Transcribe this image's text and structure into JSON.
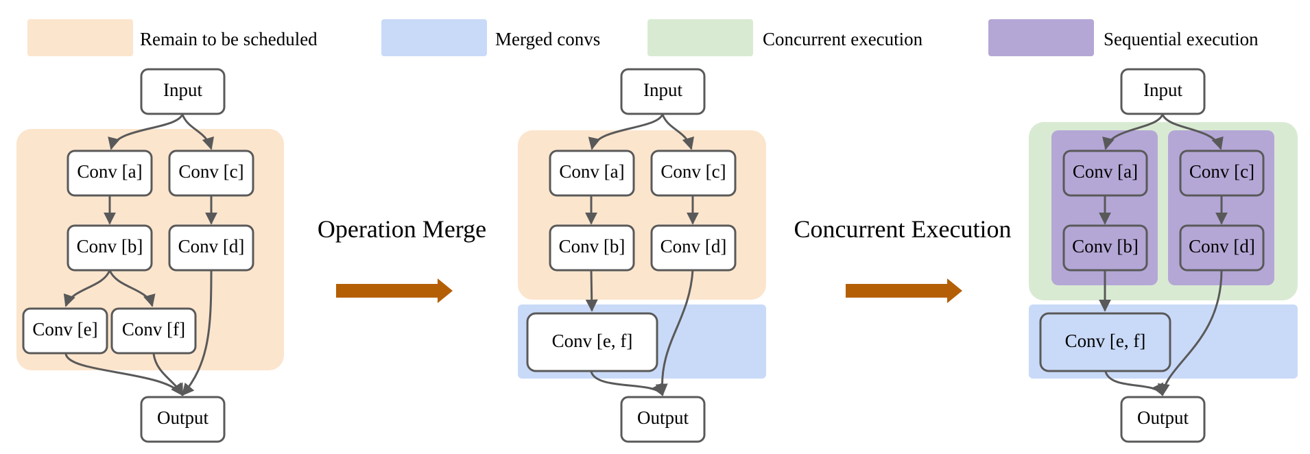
{
  "legend": [
    {
      "label": "Remain to be scheduled",
      "color": "#fce5cd"
    },
    {
      "label": "Merged convs",
      "color": "#c9daf8"
    },
    {
      "label": "Concurrent execution",
      "color": "#d9ead3"
    },
    {
      "label": "Sequential execution",
      "color": "#b4a7d6"
    }
  ],
  "transitions": [
    {
      "label": "Operation Merge",
      "arrow_color": "#b45f06"
    },
    {
      "label": "Concurrent Execution",
      "arrow_color": "#b45f06"
    }
  ],
  "panel1": {
    "input": "Input",
    "output": "Output",
    "conv_a": "Conv [a]",
    "conv_b": "Conv [b]",
    "conv_c": "Conv [c]",
    "conv_d": "Conv [d]",
    "conv_e": "Conv [e]",
    "conv_f": "Conv [f]"
  },
  "panel2": {
    "input": "Input",
    "output": "Output",
    "conv_a": "Conv [a]",
    "conv_b": "Conv [b]",
    "conv_c": "Conv [c]",
    "conv_d": "Conv [d]",
    "conv_ef": "Conv [e, f]"
  },
  "panel3": {
    "input": "Input",
    "output": "Output",
    "conv_a": "Conv [a]",
    "conv_b": "Conv [b]",
    "conv_c": "Conv [c]",
    "conv_d": "Conv [d]",
    "conv_ef": "Conv [e, f]"
  },
  "colors": {
    "node_stroke": "#595959",
    "edge": "#595959"
  }
}
